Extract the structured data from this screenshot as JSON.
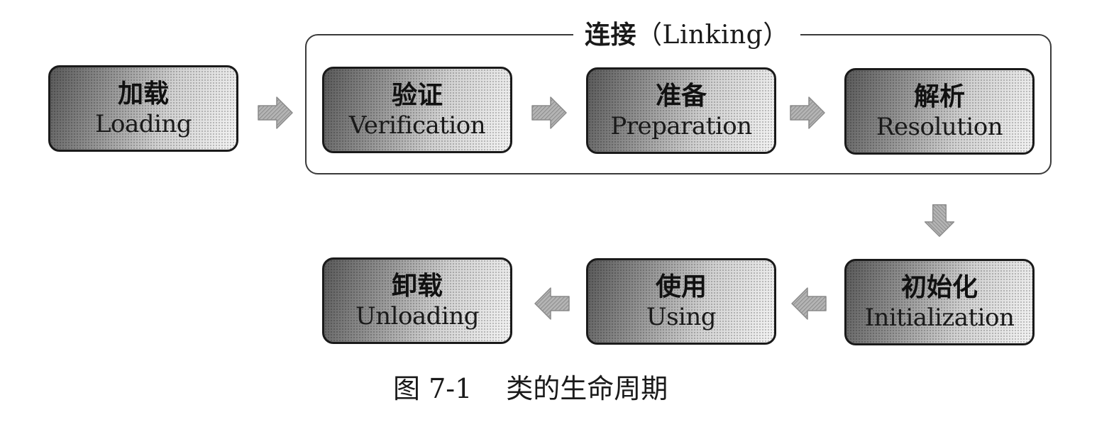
{
  "group": {
    "title_cn": "连接",
    "title_en": "Linking"
  },
  "stages": {
    "loading": {
      "cn": "加载",
      "en": "Loading"
    },
    "verification": {
      "cn": "验证",
      "en": "Verification"
    },
    "preparation": {
      "cn": "准备",
      "en": "Preparation"
    },
    "resolution": {
      "cn": "解析",
      "en": "Resolution"
    },
    "initialization": {
      "cn": "初始化",
      "en": "Initialization"
    },
    "using": {
      "cn": "使用",
      "en": "Using"
    },
    "unloading": {
      "cn": "卸载",
      "en": "Unloading"
    }
  },
  "caption": {
    "number": "图 7-1",
    "text": "类的生命周期"
  },
  "colors": {
    "arrow_fill": "#b4b4b4",
    "arrow_stroke": "#8a8a8a",
    "border": "#1a1a1a"
  }
}
